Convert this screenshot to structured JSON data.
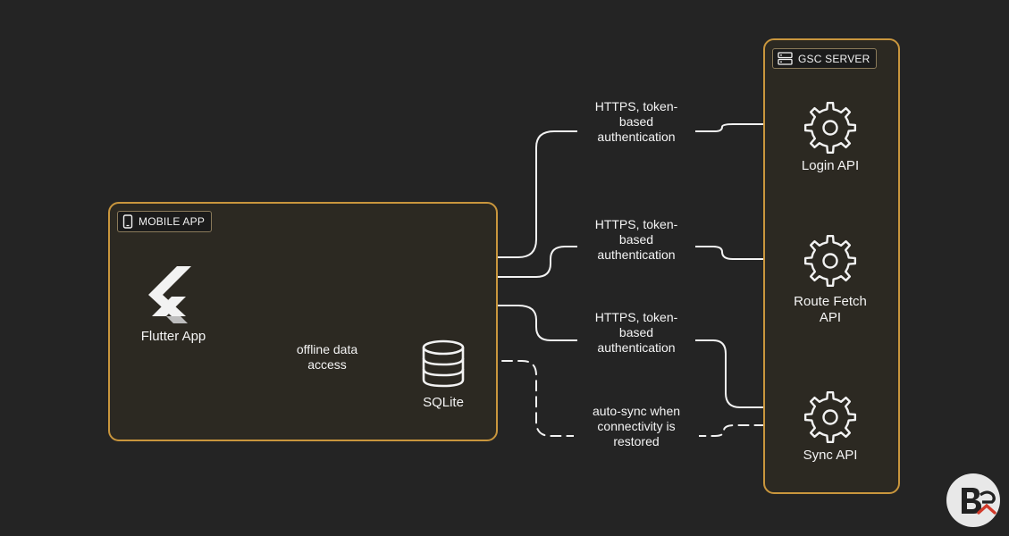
{
  "groups": {
    "mobile_app": {
      "title": "MOBILE APP"
    },
    "gsc_server": {
      "title": "GSC SERVER"
    }
  },
  "nodes": {
    "flutter_app": "Flutter App",
    "sqlite": "SQLite",
    "login_api": "Login API",
    "route_fetch_api": "Route Fetch\nAPI",
    "sync_api": "Sync API"
  },
  "edges": {
    "login": "HTTPS, token-\nbased\nauthentication",
    "route_fetch": "HTTPS, token-\nbased\nauthentication",
    "sync": "HTTPS, token-\nbased\nauthentication",
    "offline": "offline data\naccess",
    "auto_sync": "auto-sync when\nconnectivity is\nrestored"
  },
  "icons": {
    "flutter": "flutter-logo-icon",
    "database": "database-icon",
    "api": "gear-icon",
    "phone": "phone-icon",
    "server": "server-icon"
  },
  "colors": {
    "background": "#242424",
    "group_border": "#c9963d",
    "group_fill": "#2c2922",
    "line": "#f2f2f2"
  }
}
